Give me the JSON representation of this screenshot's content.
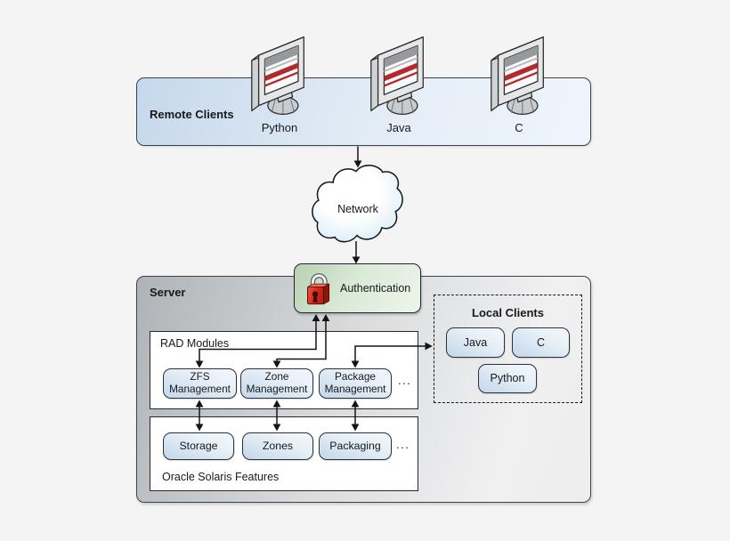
{
  "remote_clients": {
    "title": "Remote Clients",
    "clients": [
      {
        "label": "Python"
      },
      {
        "label": "Java"
      },
      {
        "label": "C"
      }
    ]
  },
  "network": {
    "label": "Network"
  },
  "authentication": {
    "label": "Authentication"
  },
  "server": {
    "title": "Server"
  },
  "rad_modules": {
    "title": "RAD Modules",
    "modules": [
      {
        "label": "ZFS Management"
      },
      {
        "label": "Zone Management"
      },
      {
        "label": "Package Management"
      }
    ],
    "more": "..."
  },
  "solaris_features": {
    "title": "Oracle Solaris Features",
    "features": [
      {
        "label": "Storage"
      },
      {
        "label": "Zones"
      },
      {
        "label": "Packaging"
      }
    ],
    "more": "..."
  },
  "local_clients": {
    "title": "Local Clients",
    "clients": [
      {
        "label": "Java"
      },
      {
        "label": "C"
      },
      {
        "label": "Python"
      }
    ]
  },
  "colors": {
    "background": "#f4f4f5",
    "remote_box_blue": "#c6d8eb",
    "client_box_blue": "#c3d7ea",
    "auth_green": "#b7d0b3",
    "server_gray": "#afb3b7",
    "lock_red": "#d92c1d",
    "monitor_stripe_red": "#b4292d",
    "cloud_blue": "#cfe7f6",
    "line_black": "#141414"
  }
}
